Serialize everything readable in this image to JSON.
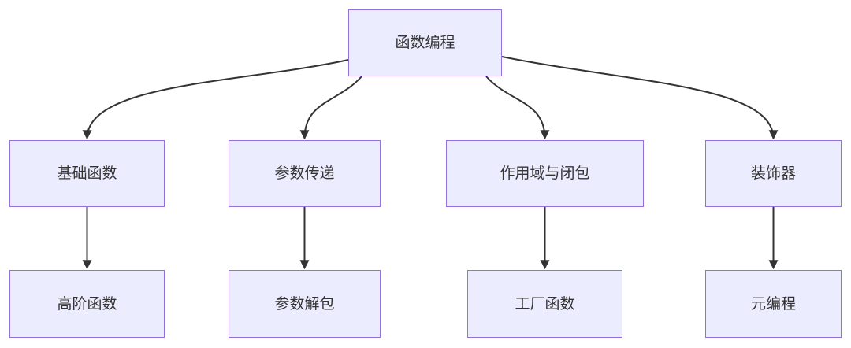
{
  "diagram": {
    "type": "flowchart",
    "direction": "top-down",
    "nodes": [
      {
        "id": "root",
        "label": "函数编程"
      },
      {
        "id": "basic-functions",
        "label": "基础函数"
      },
      {
        "id": "parameter-passing",
        "label": "参数传递"
      },
      {
        "id": "scope-and-closures",
        "label": "作用域与闭包"
      },
      {
        "id": "decorators",
        "label": "装饰器"
      },
      {
        "id": "higher-order-functions",
        "label": "高阶函数"
      },
      {
        "id": "parameter-unpacking",
        "label": "参数解包"
      },
      {
        "id": "factory-functions",
        "label": "工厂函数"
      },
      {
        "id": "metaprogramming",
        "label": "元编程"
      }
    ],
    "edges": [
      {
        "from": "函数编程",
        "to": "基础函数"
      },
      {
        "from": "函数编程",
        "to": "参数传递"
      },
      {
        "from": "函数编程",
        "to": "作用域与闭包"
      },
      {
        "from": "函数编程",
        "to": "装饰器"
      },
      {
        "from": "基础函数",
        "to": "高阶函数"
      },
      {
        "from": "参数传递",
        "to": "参数解包"
      },
      {
        "from": "作用域与闭包",
        "to": "工厂函数"
      },
      {
        "from": "装饰器",
        "to": "元编程"
      }
    ]
  },
  "colors": {
    "node_fill": "#ECECFF",
    "node_border": "#9370DB",
    "edge_stroke": "#333333",
    "text": "#333333",
    "background": "#FFFFFF"
  }
}
